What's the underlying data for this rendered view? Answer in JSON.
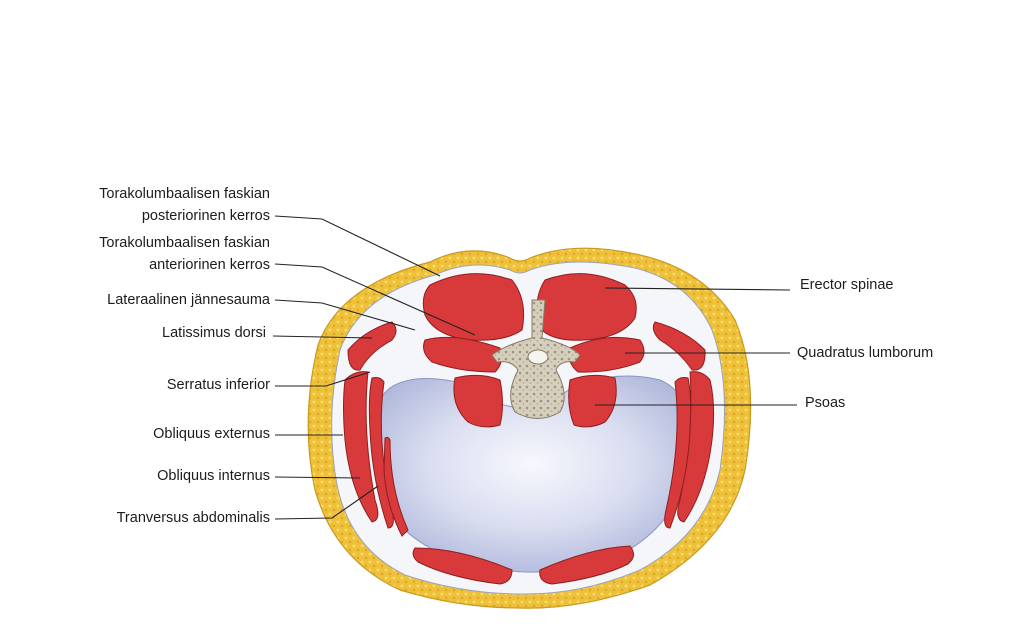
{
  "figure": {
    "labels_left": [
      {
        "id": "thoracolumbar-posterior",
        "lines": [
          "Torakolumbaalisen faskian",
          "posteriorinen kerros"
        ]
      },
      {
        "id": "thoracolumbar-anterior",
        "lines": [
          "Torakolumbaalisen faskian",
          "anteriorinen kerros"
        ]
      },
      {
        "id": "lateral-raphe",
        "lines": [
          "Lateraalinen jännesauma"
        ]
      },
      {
        "id": "latissimus-dorsi",
        "lines": [
          "Latissimus dorsi"
        ]
      },
      {
        "id": "serratus-inferior",
        "lines": [
          "Serratus inferior"
        ]
      },
      {
        "id": "obliquus-externus",
        "lines": [
          "Obliquus externus"
        ]
      },
      {
        "id": "obliquus-internus",
        "lines": [
          "Obliquus internus"
        ]
      },
      {
        "id": "transversus-abdominalis",
        "lines": [
          "Tranversus abdominalis"
        ]
      }
    ],
    "labels_right": [
      {
        "id": "erector-spinae",
        "lines": [
          "Erector spinae"
        ]
      },
      {
        "id": "quadratus-lumborum",
        "lines": [
          "Quadratus lumborum"
        ]
      },
      {
        "id": "psoas",
        "lines": [
          "Psoas"
        ]
      }
    ],
    "colors": {
      "muscle": "#d8393a",
      "fat": "#f0c43a",
      "fascia": "#f4f6fa",
      "cavity": "#c9d0ea",
      "bone": "#cfc6b4",
      "leader": "#222222"
    }
  }
}
